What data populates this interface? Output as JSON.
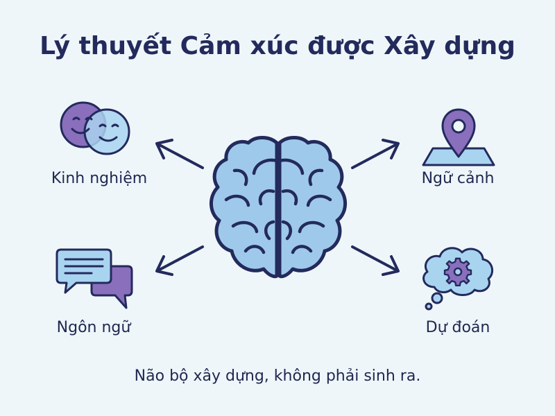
{
  "title": "Lý thuyết Cảm xúc được Xây dựng",
  "center": {
    "icon": "brain-icon"
  },
  "nodes": {
    "experience": {
      "label": "Kinh nghiệm",
      "icon": "overlapping-faces-icon"
    },
    "context": {
      "label": "Ngữ cảnh",
      "icon": "map-pin-icon"
    },
    "language": {
      "label": "Ngôn ngữ",
      "icon": "speech-bubbles-icon"
    },
    "prediction": {
      "label": "Dự đoán",
      "icon": "thought-gear-icon"
    }
  },
  "caption": "Não bộ xây dựng, không phải sinh ra.",
  "colors": {
    "navy": "#232a5c",
    "brain_fill": "#9fc9ea",
    "purple": "#8a6fbd",
    "light_blue": "#a9d4f0",
    "background": "#eef6fa"
  }
}
